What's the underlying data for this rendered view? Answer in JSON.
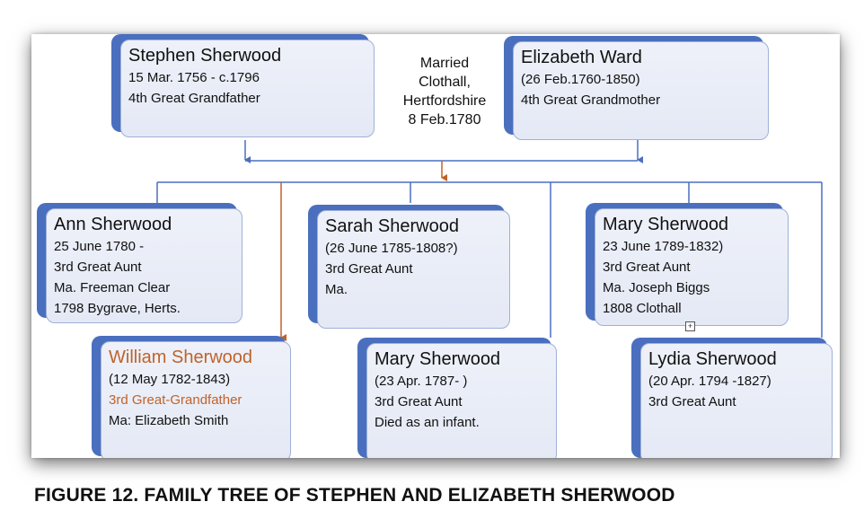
{
  "parents": {
    "father": {
      "name": "Stephen Sherwood",
      "dates": "15 Mar. 1756 - c.1796",
      "relation": "4th Great Grandfather"
    },
    "mother": {
      "name": "Elizabeth Ward",
      "dates": "(26 Feb.1760-1850)",
      "relation": "4th Great Grandmother"
    },
    "marriage": {
      "line1": "Married",
      "line2": "Clothall,",
      "line3": "Hertfordshire",
      "line4": "8 Feb.1780"
    }
  },
  "children": {
    "ann": {
      "name": "Ann Sherwood",
      "l1": "25 June 1780 -",
      "l2": "3rd Great Aunt",
      "l3": "Ma. Freeman Clear",
      "l4": "1798 Bygrave, Herts."
    },
    "sarah": {
      "name": "Sarah Sherwood",
      "l1": "(26 June 1785-1808?)",
      "l2": "3rd Great Aunt",
      "l3": "Ma."
    },
    "mary1": {
      "name": "Mary Sherwood",
      "l1": "23 June 1789-1832)",
      "l2": "3rd Great Aunt",
      "l3": "Ma. Joseph Biggs",
      "l4": "1808 Clothall"
    },
    "william": {
      "name": "William Sherwood",
      "l1": "(12 May 1782-1843)",
      "l2": "3rd Great-Grandfather",
      "l3": "Ma: Elizabeth Smith"
    },
    "mary2": {
      "name": "Mary Sherwood",
      "l1": "(23 Apr. 1787-   )",
      "l2": "3rd Great Aunt",
      "l3": "Died as an infant."
    },
    "lydia": {
      "name": "Lydia Sherwood",
      "l1": "(20 Apr. 1794 -1827)",
      "l2": "3rd Great Aunt"
    }
  },
  "colors": {
    "connector": "#4a6fbf",
    "direct_line": "#c0622a",
    "card_tab": "#4a6fbf"
  },
  "caption": "FIGURE 12. FAMILY TREE OF STEPHEN AND ELIZABETH SHERWOOD"
}
